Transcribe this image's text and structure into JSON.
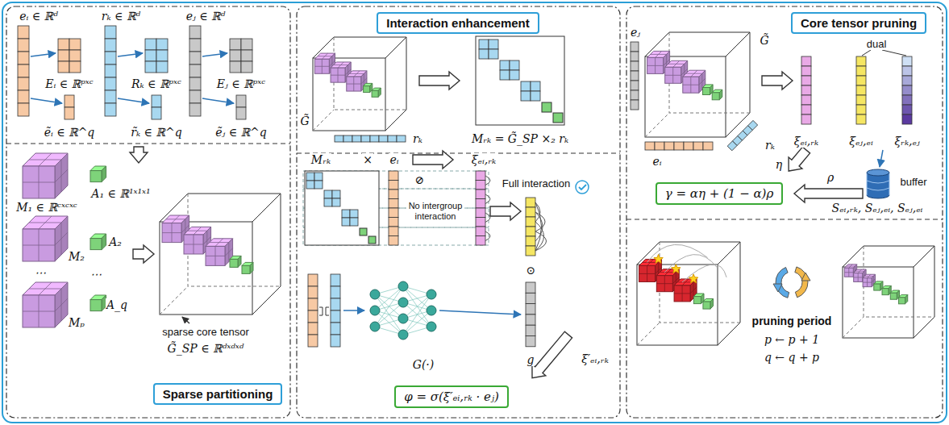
{
  "diagram": {
    "nodes": [
      {
        "text": [
          "Sparse partitioning"
        ]
      },
      {
        "text": [
          "Interaction enhancement"
        ]
      },
      {
        "text": [
          "φ = σ(ξ′ₑᵢ,ᵣₖ · eⱼ)"
        ]
      },
      {
        "text": [
          "Core tensor pruning"
        ]
      },
      {
        "text": [
          "γ = αη + (1 − α)ρ"
        ]
      }
    ],
    "labels": [
      "eᵢ ∈ ℝᵈ",
      "rₖ ∈ ℝᵈ",
      "eⱼ ∈ ℝᵈ",
      "Eᵢ ∈ ℝᵖˣᶜ",
      "Rₖ ∈ ℝᵖˣᶜ",
      "Eⱼ ∈ ℝᵖˣᶜ",
      "ẽᵢ ∈ ℝ^q",
      "r̃ₖ ∈ ℝ^q",
      "ẽⱼ ∈ ℝ^q",
      "M₁ ∈ ℝᶜˣᶜˣᶜ",
      "A₁ ∈ ℝ¹ˣ¹ˣ¹",
      "M₂",
      "A₂",
      "⋯",
      "⋯",
      "Mₚ",
      "A_q",
      "sparse core tensor",
      "G̃_SP ∈ ℝᵈˣᵈˣᵈ",
      "G̃",
      "rₖ",
      "Mᵣₖ = G̃_SP ×₂ rₖ",
      "Mᵣₖ",
      "×",
      "eᵢ",
      "ξₑᵢ,ᵣₖ",
      "⊘",
      "No intergroup interaction",
      "Full interaction",
      "⊙",
      "G(·)",
      "g",
      "ξ′ₑᵢ,ᵣₖ",
      "eⱼ",
      "G̃",
      "eᵢ",
      "rₖ",
      "ξₑᵢ,ᵣₖ",
      "dual",
      "ξₑⱼ,ₑᵢ",
      "ξᵣₖ,ₑⱼ",
      "η",
      "ρ",
      "buffer",
      "Sₑᵢ,ᵣₖ, Sₑⱼ,ₑᵢ, Sₑⱼ,ₑᵢ",
      "pruning period",
      "p ← p + 1",
      "q ← q + p"
    ]
  }
}
